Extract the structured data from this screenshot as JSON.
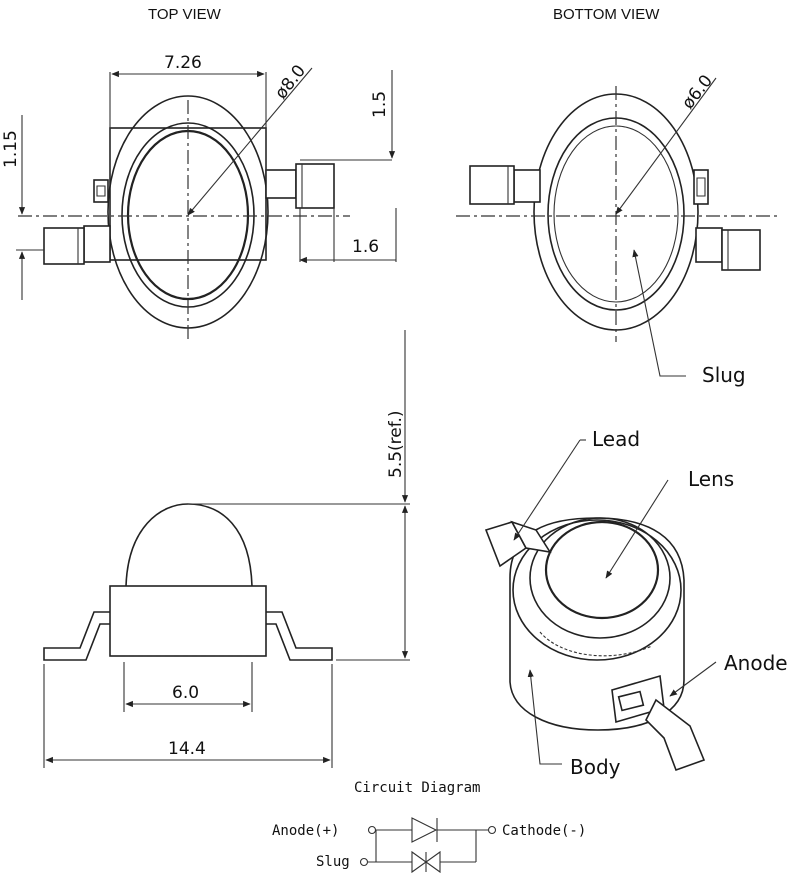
{
  "views": {
    "top_view": "TOP VIEW",
    "bottom_view": "BOTTOM VIEW"
  },
  "dimensions": {
    "width_726": "7.26",
    "dia_80": "ø8.0",
    "dim_15": "1.5",
    "dim_115": "1.15",
    "dim_16": "1.6",
    "dia_60": "ø6.0",
    "height_55": "5.5(ref.)",
    "base_60": "6.0",
    "length_144": "14.4"
  },
  "labels": {
    "slug": "Slug",
    "lead": "Lead",
    "lens": "Lens",
    "anode": "Anode",
    "body": "Body"
  },
  "circuit": {
    "title": "Circuit Diagram",
    "anode": "Anode(+)",
    "cathode": "Cathode(-)",
    "slug": "Slug"
  }
}
